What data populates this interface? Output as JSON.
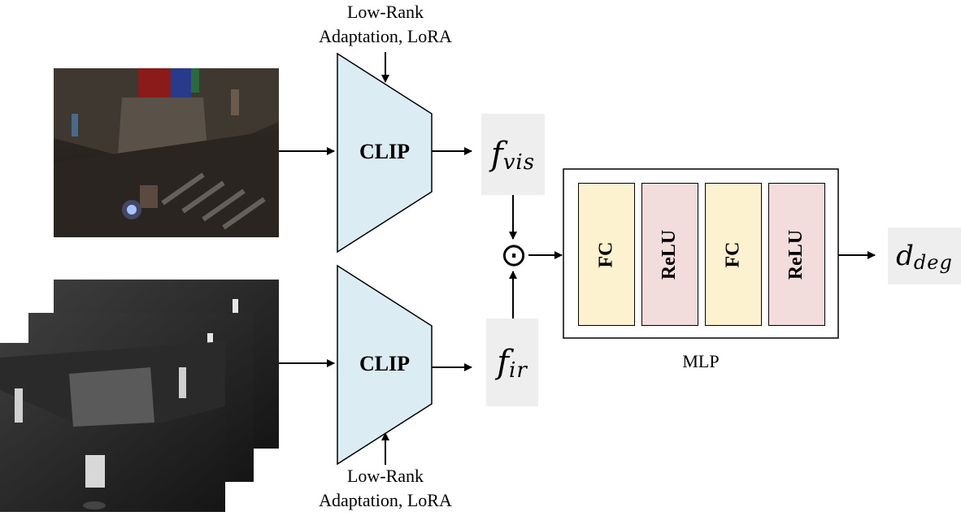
{
  "encoders": {
    "top_label": "CLIP",
    "bottom_label": "CLIP",
    "fill_color": "#dcecf3"
  },
  "lora": {
    "top_line1": "Low-Rank",
    "top_line2": "Adaptation, LoRA",
    "bottom_line1": "Low-Rank",
    "bottom_line2": "Adaptation, LoRA"
  },
  "features": {
    "vis_base": "f",
    "vis_sub": "vis",
    "ir_base": "f",
    "ir_sub": "ir",
    "output_base": "d",
    "output_sub": "deg"
  },
  "fusion": {
    "operator": "⊙"
  },
  "mlp": {
    "caption": "MLP",
    "blocks": [
      {
        "label": "FC",
        "color": "#fdf2d0"
      },
      {
        "label": "ReLU",
        "color": "#f2dcdc"
      },
      {
        "label": "FC",
        "color": "#fdf2d0"
      },
      {
        "label": "ReLU",
        "color": "#f2dcdc"
      }
    ]
  },
  "inputs": {
    "visible_image": "visible-night-scene-image",
    "infrared_images": "infrared-frame-stack"
  }
}
